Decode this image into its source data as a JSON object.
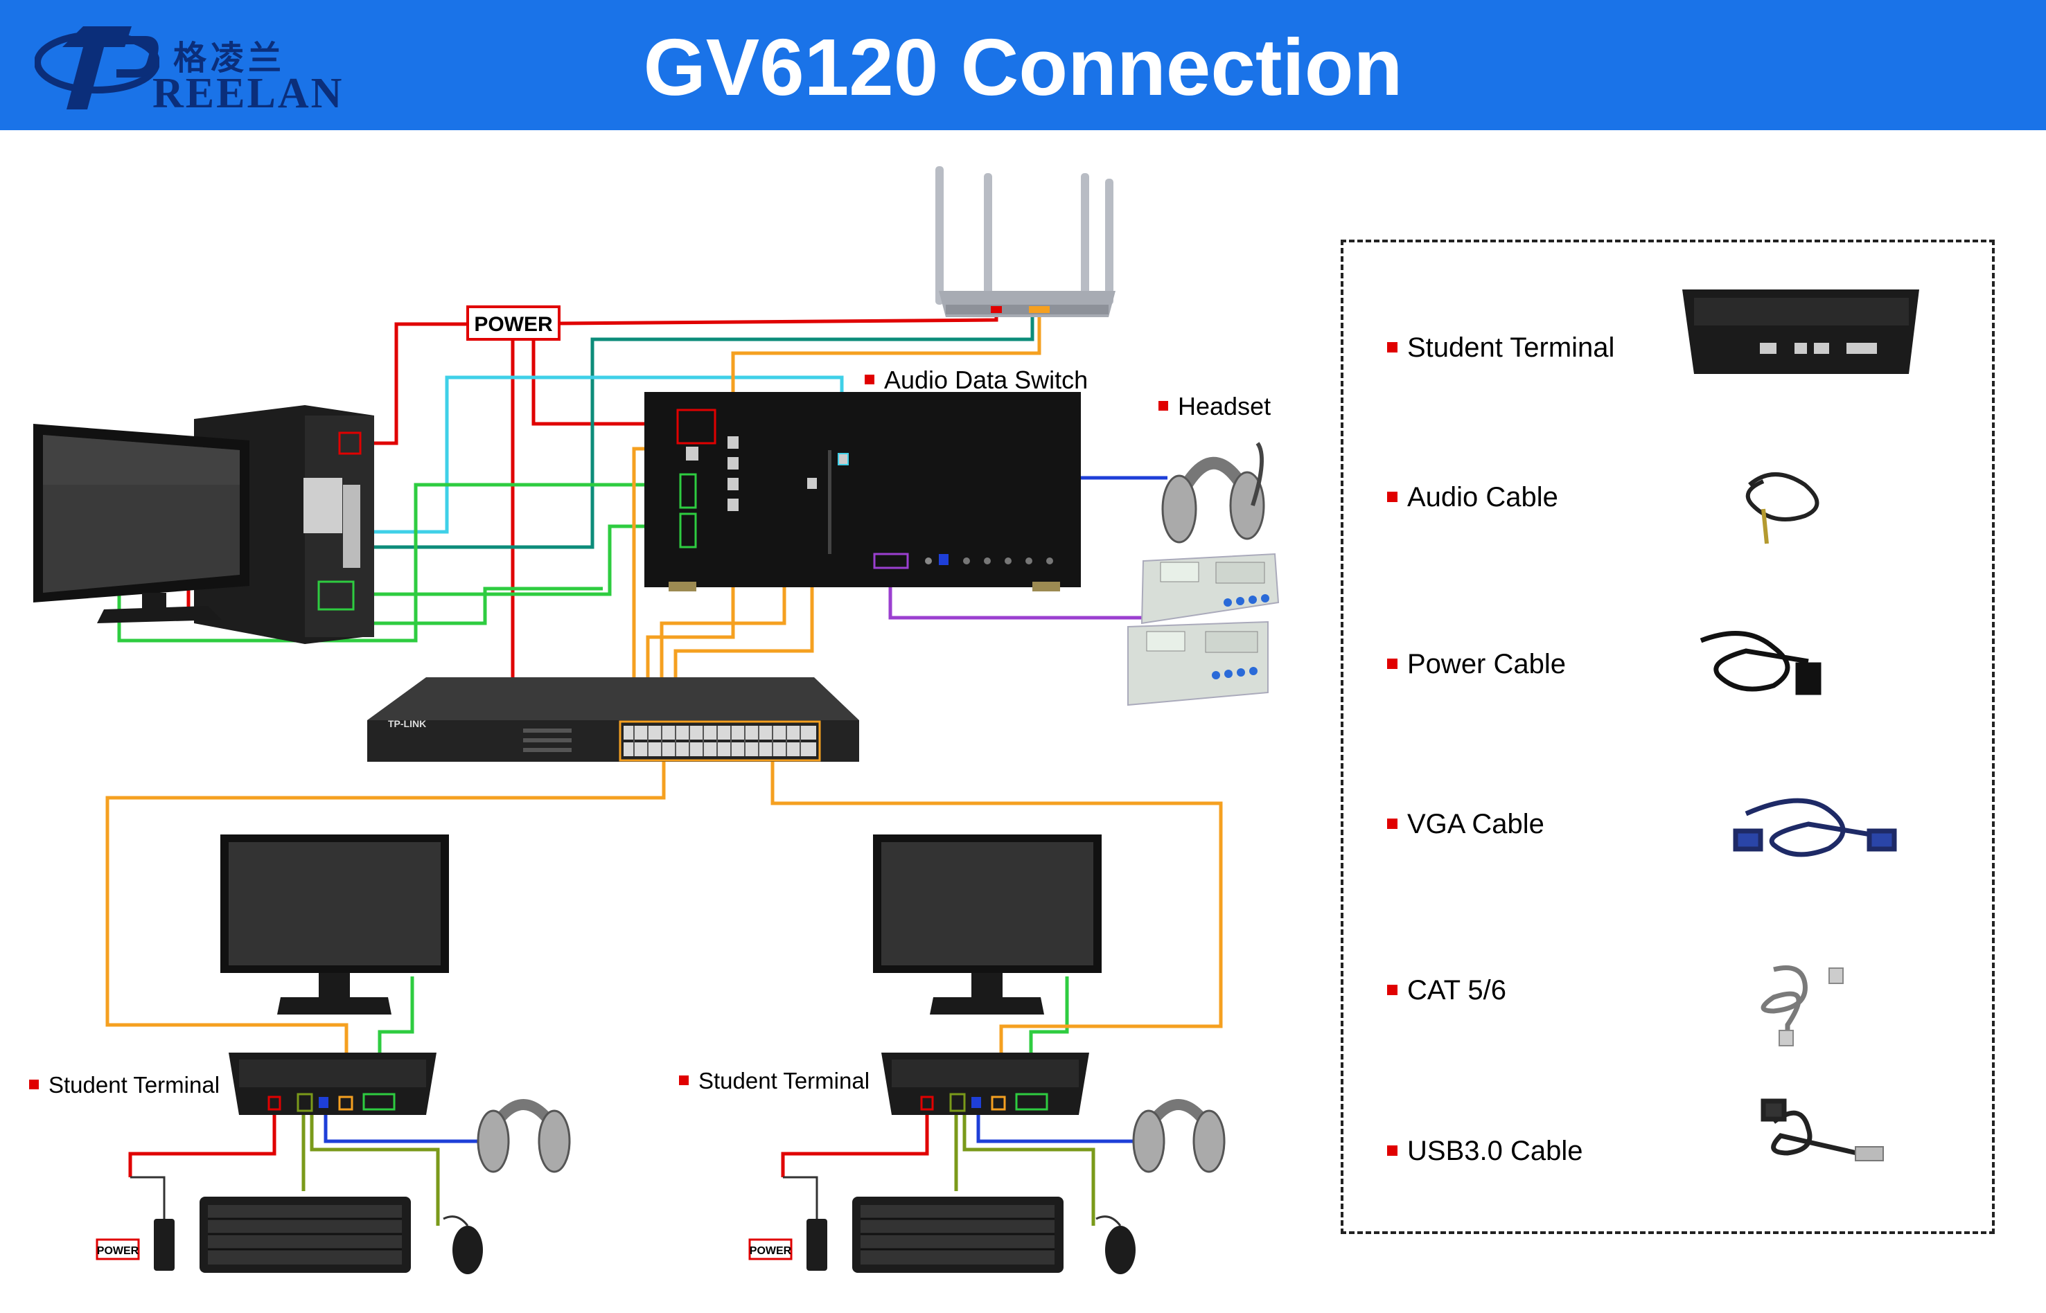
{
  "header": {
    "logo_cn": "格凌兰",
    "logo_en": "REELAN",
    "title": "GV6120 Connection"
  },
  "labels": {
    "power_box": "POWER",
    "audio_data_switch": "Audio Data Switch",
    "headset": "Headset",
    "student_terminal_left": "Student Terminal",
    "student_terminal_right": "Student Terminal",
    "switch_brand": "TP-LINK",
    "small_power_left": "POWER",
    "small_power_right": "POWER"
  },
  "legend": {
    "items": [
      {
        "label": "Student Terminal",
        "icon": "student-terminal-icon"
      },
      {
        "label": "Audio Cable",
        "icon": "audio-cable-icon"
      },
      {
        "label": "Power Cable",
        "icon": "power-cable-icon"
      },
      {
        "label": "VGA Cable",
        "icon": "vga-cable-icon"
      },
      {
        "label": "CAT 5/6",
        "icon": "cat-cable-icon"
      },
      {
        "label": "USB3.0 Cable",
        "icon": "usb-cable-icon"
      }
    ]
  },
  "colors": {
    "header": "#1a73e8",
    "power_line": "#e00000",
    "network_line": "#f5a020",
    "vga_line": "#2ecc40",
    "teal_line": "#0c8c7a",
    "cyan_line": "#3fd0e8",
    "audio_line": "#1e3fd8",
    "purple_line": "#9b3fd0",
    "usb_line": "#7a9a1a"
  }
}
